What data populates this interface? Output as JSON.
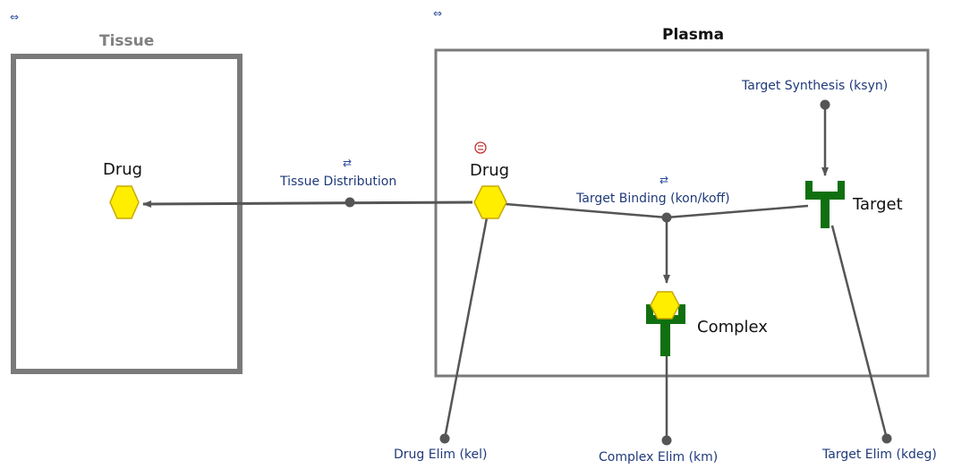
{
  "compartments": {
    "tissue": {
      "title": "Tissue"
    },
    "plasma": {
      "title": "Plasma"
    }
  },
  "species": {
    "tissue_drug": "Drug",
    "plasma_drug": "Drug",
    "target": "Target",
    "complex": "Complex"
  },
  "reactions": {
    "tissue_distribution": "Tissue Distribution",
    "target_binding": "Target Binding (kon/koff)",
    "target_synthesis": "Target Synthesis (ksyn)",
    "drug_elim": "Drug Elim (kel)",
    "complex_elim": "Complex Elim (km)",
    "target_elim": "Target Elim (kdeg)"
  },
  "icons": {
    "compartment_link": "link-icon",
    "reversible_reaction": "reversible-arrows-icon",
    "dose": "dose-icon",
    "drug_shape": "hexagon-icon",
    "target_shape": "receptor-icon"
  },
  "colors": {
    "compartment_border": "#7a7a7a",
    "drug_fill": "#ffee00",
    "drug_stroke": "#c8a800",
    "target_fill": "#107010",
    "line": "#555555",
    "node": "#555555",
    "reaction_label": "#1f3a7a",
    "dose_marker": "#c03030"
  }
}
